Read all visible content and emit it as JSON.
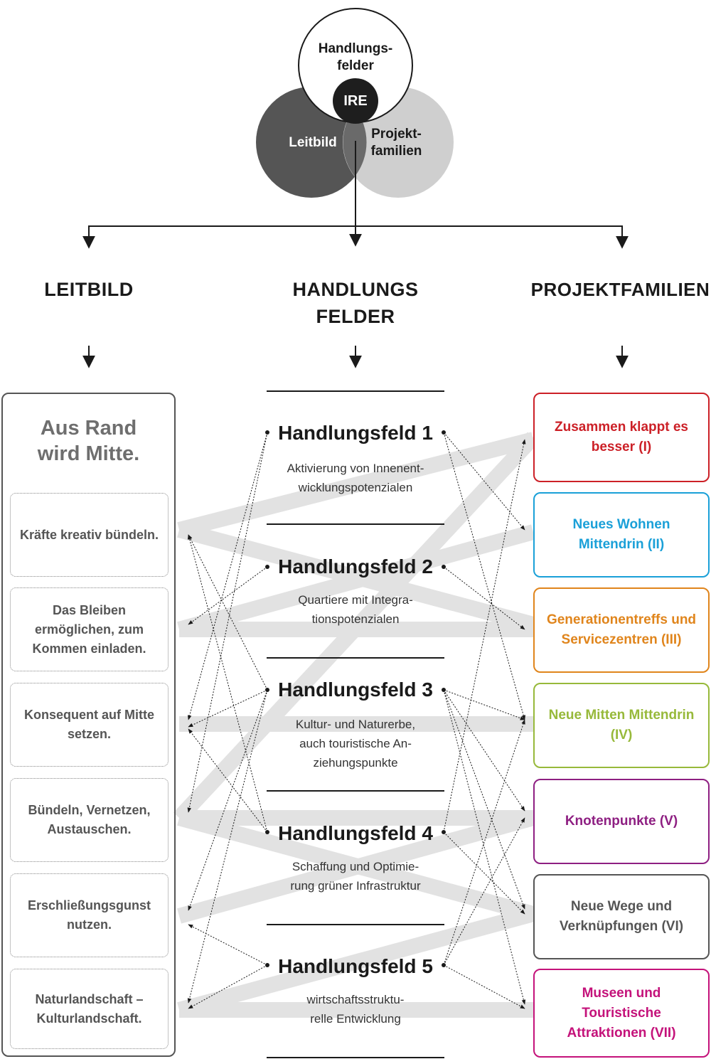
{
  "venn": {
    "top": "Handlungs-\nfelder",
    "left": "Leitbild",
    "right": "Projekt-\nfamilien",
    "center": "IRE"
  },
  "columns": {
    "leitbild": "LEITBILD",
    "handlungsfelder": "HANDLUNGS\nFELDER",
    "projektfamilien": "PROJEKTFAMILIEN"
  },
  "leitbild": {
    "title": "Aus Rand\nwird Mitte.",
    "items": [
      "Kräfte kreativ bündeln.",
      "Das Bleiben ermöglichen, zum Kommen einladen.",
      "Konsequent auf Mitte setzen.",
      "Bündeln, Vernetzen, Austauschen.",
      "Erschließungsgunst nutzen.",
      "Naturlandschaft – Kulturlandschaft."
    ]
  },
  "handlungsfelder": [
    {
      "title": "Handlungsfeld 1",
      "desc": "Aktivierung von Innenent-\nwicklungspotenzialen"
    },
    {
      "title": "Handlungsfeld 2",
      "desc": "Quartiere mit Integra-\ntionspotenzialen"
    },
    {
      "title": "Handlungsfeld 3",
      "desc": "Kultur- und Naturerbe,\nauch touristische An-\nziehungspunkte"
    },
    {
      "title": "Handlungsfeld 4",
      "desc": "Schaffung und Optimie-\nrung grüner Infrastruktur"
    },
    {
      "title": "Handlungsfeld 5",
      "desc": "wirtschaftsstruktu-\nrelle Entwicklung"
    }
  ],
  "projektfamilien": [
    {
      "label": "Zusammen klappt es besser (I)",
      "color": "#cc2027"
    },
    {
      "label": "Neues Wohnen Mittendrin (II)",
      "color": "#1aa0d8"
    },
    {
      "label": "Generationentreffs und Servicezentren (III)",
      "color": "#e0851c"
    },
    {
      "label": "Neue Mitten Mittendrin (IV)",
      "color": "#97b93a"
    },
    {
      "label": "Knotenpunkte (V)",
      "color": "#8e1f82"
    },
    {
      "label": "Neue Wege und Verknüpfungen (VI)",
      "color": "#555555"
    },
    {
      "label": "Museen und Touristische Attraktionen (VII)",
      "color": "#c4127a"
    }
  ],
  "colors": {
    "venn_top": "#ffffff",
    "venn_left": "#555555",
    "venn_right": "#cfcfcf",
    "venn_center": "#1e1e1e",
    "band": "#e2e2e2"
  }
}
